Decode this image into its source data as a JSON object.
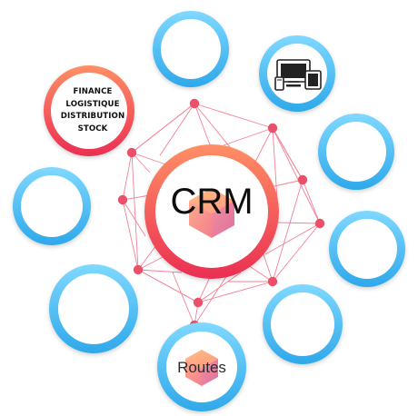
{
  "center": {
    "label": "CRM"
  },
  "modules": [
    {
      "lines": [
        "FINANCE",
        "LOGISTIQUE",
        "DISTRIBUTION",
        "STOCK"
      ]
    },
    {
      "label": "Routes",
      "icon": "cube-icon"
    },
    {
      "icon": "devices-icon"
    }
  ],
  "colors": {
    "blue_ring": "#3fb6f2",
    "red_ring": "#ec3a52",
    "orange_ring": "#ff8a5b",
    "connector": "#ee4d6a",
    "node": "#ec4f68"
  }
}
